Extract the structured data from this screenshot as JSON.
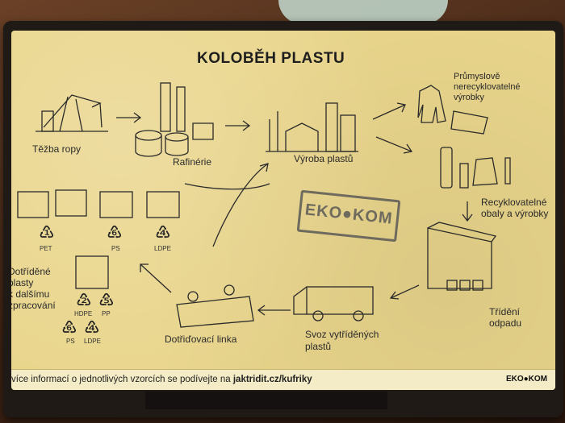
{
  "poster": {
    "title": "KOLOBĚH PLASTU",
    "labels": {
      "tezba": "Těžba ropy",
      "rafinerie": "Rafinérie",
      "vyroba": "Výroba plastů",
      "prumyslove_1": "Průmyslově",
      "prumyslove_2": "nerecyklovatelné",
      "prumyslove_3": "výrobky",
      "recykl_1": "Recyklovatelné",
      "recykl_2": "obaly a výrobky",
      "trideni_1": "Třídění",
      "trideni_2": "odpadu",
      "svoz_1": "Svoz vytříděných",
      "svoz_2": "plastů",
      "linka": "Dotřiďovací linka",
      "dotridene_1": "Dotříděné",
      "dotridene_2": "plasty",
      "dotridene_3": "k dalšímu",
      "dotridene_4": "zpracování"
    },
    "recycle_codes": [
      "PET",
      "PS",
      "LDPE",
      "HDPE",
      "PP",
      "PS",
      "LDPE"
    ],
    "stamp": "EKO●KOM",
    "footer": {
      "text_before": "více informací o jednotlivých vzorcích se podívejte na ",
      "link": "jaktridit.cz/kufriky",
      "logo": "EKO●KOM"
    }
  },
  "colors": {
    "poster": "#e9d58b",
    "ink": "#2a2a2a",
    "case": "#1f1a15"
  }
}
